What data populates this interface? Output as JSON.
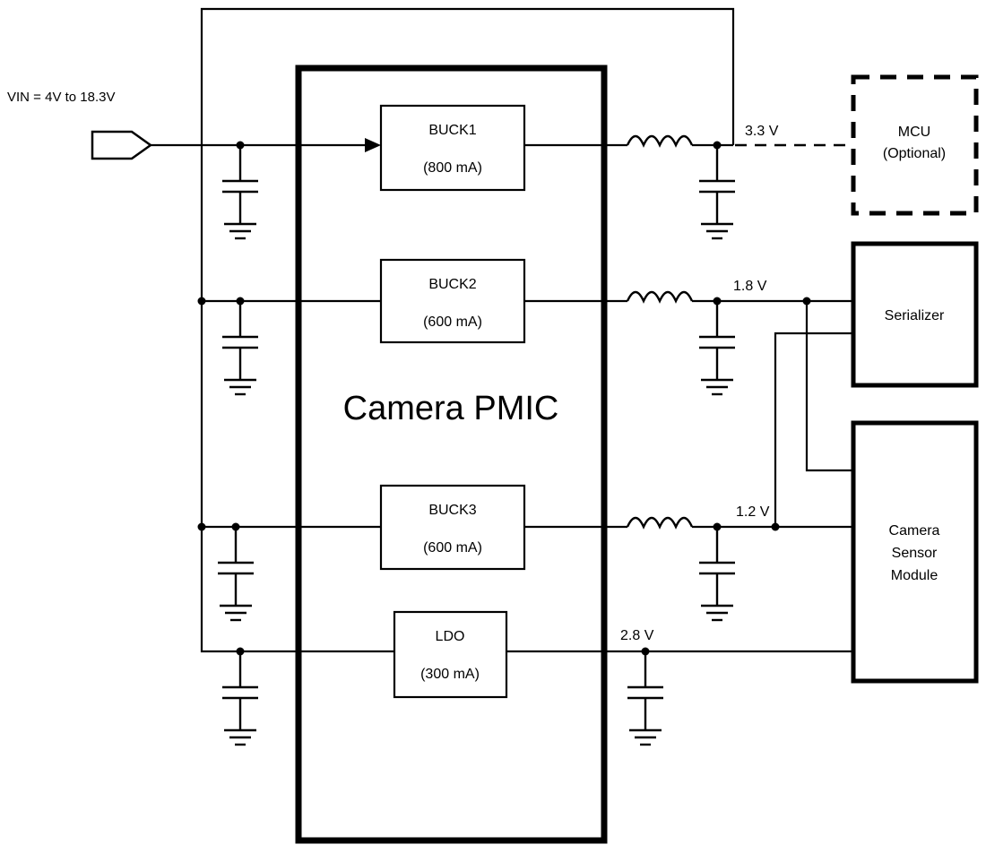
{
  "colors": {
    "ink": "#000000",
    "background": "#ffffff"
  },
  "vin": {
    "label": "VIN = 4V to 18.3V"
  },
  "pmic": {
    "title": "Camera PMIC",
    "regulators": [
      {
        "name": "BUCK1",
        "rating": "(800 mA)",
        "vout": "3.3 V"
      },
      {
        "name": "BUCK2",
        "rating": "(600 mA)",
        "vout": "1.8 V"
      },
      {
        "name": "BUCK3",
        "rating": "(600 mA)",
        "vout": "1.2 V"
      },
      {
        "name": "LDO",
        "rating": "(300 mA)",
        "vout": "2.8 V"
      }
    ]
  },
  "loads": {
    "mcu": {
      "name": "MCU",
      "note": "(Optional)"
    },
    "serializer": {
      "name": "Serializer"
    },
    "camera_sensor_module": {
      "line1": "Camera",
      "line2": "Sensor",
      "line3": "Module"
    }
  },
  "icons": {
    "vin-terminal-icon": "pointed input terminal flag",
    "arrowhead-icon": "filled right-pointing triangle",
    "capacitor-icon": "two parallel plates",
    "ground-icon": "three stacked shrinking lines",
    "inductor-icon": "four-hump coil",
    "junction-dot": "filled circle wire junction"
  }
}
